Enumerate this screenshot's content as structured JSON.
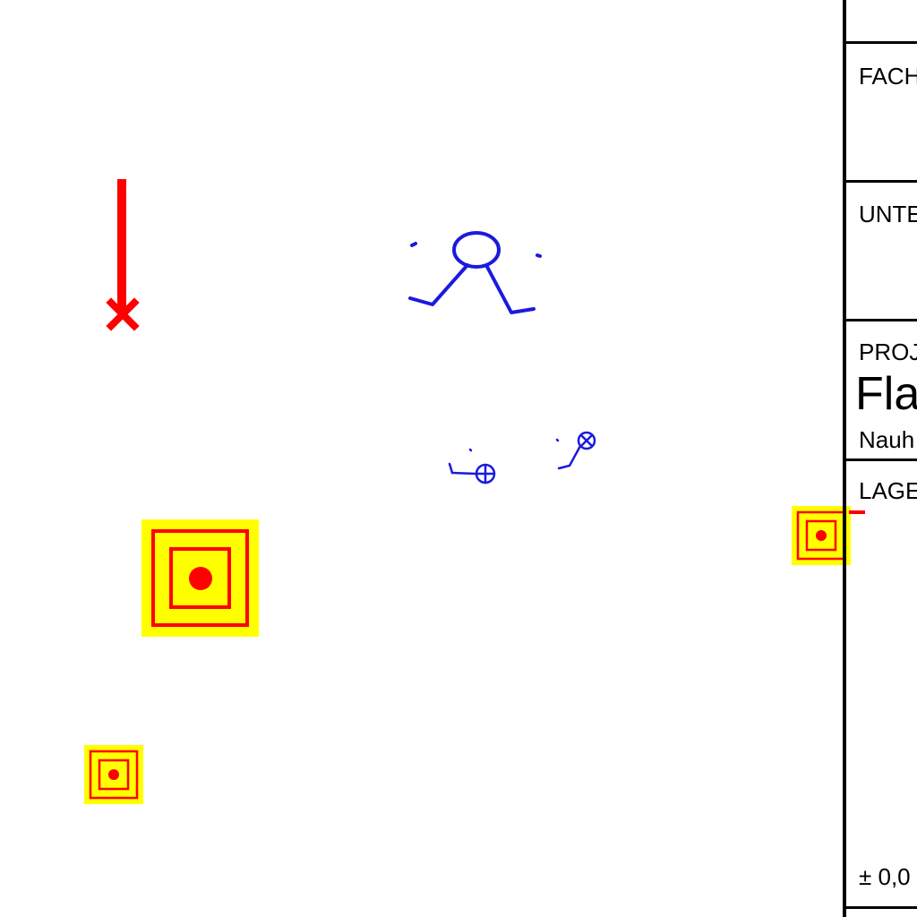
{
  "title_block": {
    "fach_label": "FACH",
    "unte_label": "UNTE",
    "proj_label": "PROJ",
    "project_name": "Fla",
    "project_sub": "Nauh",
    "lage_label": "LAGE",
    "level_label": "± 0,0"
  },
  "symbols": {
    "red_marker": "red-line-with-cross-symbol",
    "blue_sketch": "blue-hand-drawn-figure",
    "blue_small_marks": "blue-crosshair-marks",
    "target_squares": "yellow-red-target-squares"
  },
  "colors": {
    "red": "#ff0000",
    "blue": "#1a1adf",
    "yellow": "#ffff00",
    "black": "#000000"
  }
}
